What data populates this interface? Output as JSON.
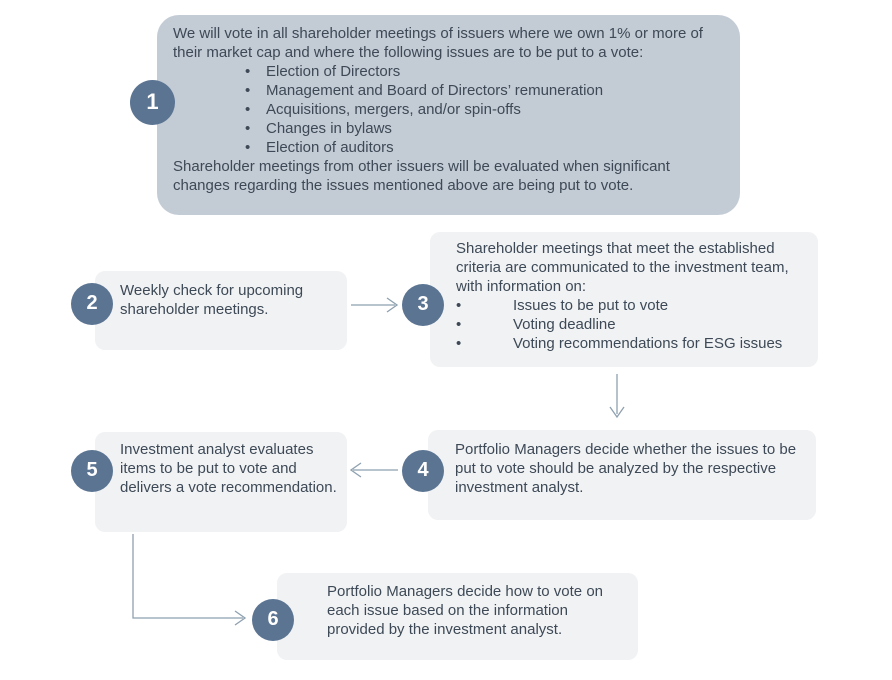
{
  "colors": {
    "box_highlight": "#c3cbd5",
    "box_light": "#f1f2f4",
    "badge": "#5a7492",
    "text": "#3d4956",
    "arrow": "#8ea0af",
    "badge_text": "#ffffff"
  },
  "glyphs": {
    "bullet": "•"
  },
  "steps": {
    "step1": {
      "number": "1",
      "intro": "We will vote in all shareholder meetings of issuers where we own 1% or more of their market cap and where the following issues are to be put to a vote:",
      "bullets": [
        "Election of Directors",
        "Management and Board of Directors’ remuneration",
        "Acquisitions, mergers, and/or spin-offs",
        "Changes in bylaws",
        "Election of auditors"
      ],
      "outro": "Shareholder meetings from other issuers will be evaluated when significant changes regarding the issues mentioned above are being put to vote."
    },
    "step2": {
      "number": "2",
      "text": "Weekly check for upcoming shareholder meetings."
    },
    "step3": {
      "number": "3",
      "intro": "Shareholder meetings that meet the established criteria are communicated to the investment team, with information on:",
      "bullets": [
        "Issues to be put to vote",
        "Voting deadline",
        "Voting recommendations for ESG issues"
      ]
    },
    "step4": {
      "number": "4",
      "text": "Portfolio Managers decide whether the issues to be put to vote should be analyzed by the respective investment analyst."
    },
    "step5": {
      "number": "5",
      "text": "Investment analyst evaluates items to be put to vote and delivers a vote recommendation."
    },
    "step6": {
      "number": "6",
      "text": "Portfolio Managers decide how to vote on each issue based on the information provided by the investment analyst."
    }
  }
}
